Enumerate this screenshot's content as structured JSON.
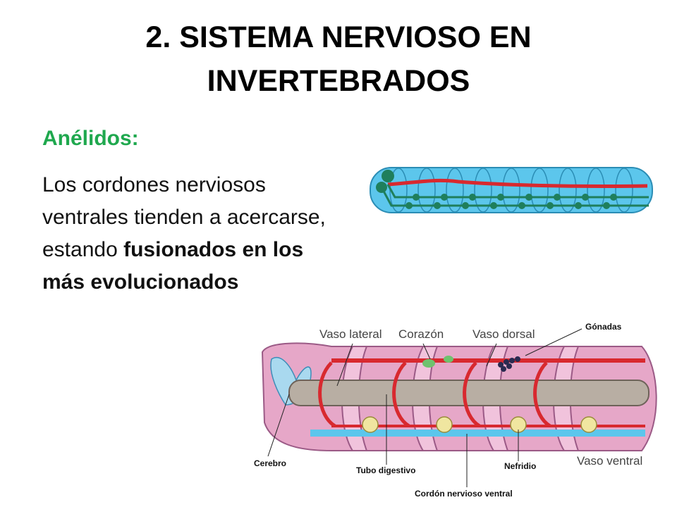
{
  "title_line1": "2. SISTEMA NERVIOSO EN",
  "title_line2": "INVERTEBRADOS",
  "subtitle": "Anélidos:",
  "body": {
    "normal": "Los cordones nerviosos ventrales tienden a acercarse, estando",
    "bold": "fusionados en los más evolucionados"
  },
  "diagram_labels": {
    "vaso_lateral": "Vaso lateral",
    "corazon": "Corazón",
    "vaso_dorsal": "Vaso dorsal",
    "gonadas": "Gónadas",
    "cerebro": "Cerebro",
    "tubo_digestivo": "Tubo digestivo",
    "nefridio": "Nefridio",
    "vaso_ventral": "Vaso ventral",
    "cordon": "Cordón nervioso ventral"
  },
  "colors": {
    "subtitle": "#1fa84e",
    "worm_blue": "#5cc6ec",
    "worm_pink": "#e6a7c8",
    "nerve_green": "#1f7f5c",
    "vessel_red": "#d8292f"
  }
}
